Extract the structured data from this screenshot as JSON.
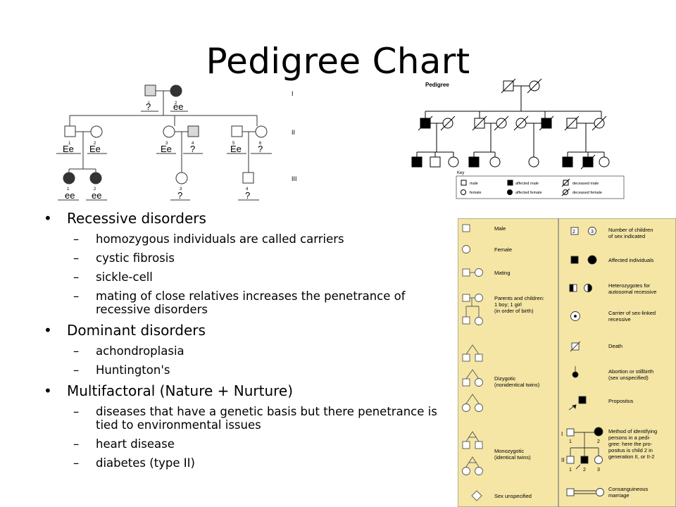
{
  "title": "Pedigree Chart",
  "bullets": [
    {
      "label": "Recessive disorders",
      "items": [
        "homozygous individuals are called carriers",
        "cystic fibrosis",
        "sickle-cell",
        "mating of close relatives increases the penetrance of recessive disorders"
      ]
    },
    {
      "label": "Dominant disorders",
      "items": [
        "achondroplasia",
        "Huntington's"
      ]
    },
    {
      "label": "Multifactoral (Nature + Nurture)",
      "items": [
        "diseases that have a genetic basis but there penetrance is tied to environmental issues",
        "heart disease",
        "diabetes (type II)"
      ]
    }
  ],
  "pedigree1": {
    "generations": [
      "I",
      "II",
      "III"
    ],
    "gen1": [
      {
        "num": "1",
        "genotype": "?"
      },
      {
        "num": "2",
        "genotype": "ee"
      }
    ],
    "gen2": [
      {
        "num": "1",
        "genotype": "Ee"
      },
      {
        "num": "2",
        "genotype": "Ee"
      },
      {
        "num": "3",
        "genotype": "Ee"
      },
      {
        "num": "4",
        "genotype": "?"
      },
      {
        "num": "5",
        "genotype": "Ee"
      },
      {
        "num": "6",
        "genotype": "?"
      }
    ],
    "gen3": [
      {
        "num": "1",
        "genotype": "ee"
      },
      {
        "num": "2",
        "genotype": "ee"
      },
      {
        "num": "3",
        "genotype": "?"
      },
      {
        "num": "4",
        "genotype": "?"
      }
    ]
  },
  "pedigree2": {
    "title": "Pedigree",
    "key_title": "Key",
    "key": [
      "male",
      "affected male",
      "deceased male",
      "female",
      "affected female",
      "deceased female"
    ]
  },
  "legend_panel": {
    "bg_color": "#f5e6a6",
    "left": [
      "Male",
      "Female",
      "Mating",
      "Parents and children:",
      "1 boy; 1 girl",
      "(in order of birth)",
      "Dizygotic",
      "(nonidentical twins)",
      "Monozygotic",
      "(identical twins)",
      "Sex unspecified"
    ],
    "right": [
      "Number of children",
      "of sex indicated",
      "Affected individuals",
      "Heterozygotes for",
      "autosomal recessive",
      "Carrier of sex-linked",
      "recessive",
      "Death",
      "Abortion or stillbirth",
      "(sex unspecified)",
      "Propositus",
      "Method of identifying",
      "persons in a pedi-",
      "gree: here the pro-",
      "positus is child 2 in",
      "generation II, or II-2",
      "Consanguineous",
      "marriage"
    ],
    "number_symbols": [
      "2",
      "3"
    ],
    "roman": [
      "I",
      "II"
    ],
    "gen_nums_top": [
      "1",
      "2"
    ],
    "gen_nums_bottom": [
      "1",
      "2",
      "3"
    ]
  }
}
